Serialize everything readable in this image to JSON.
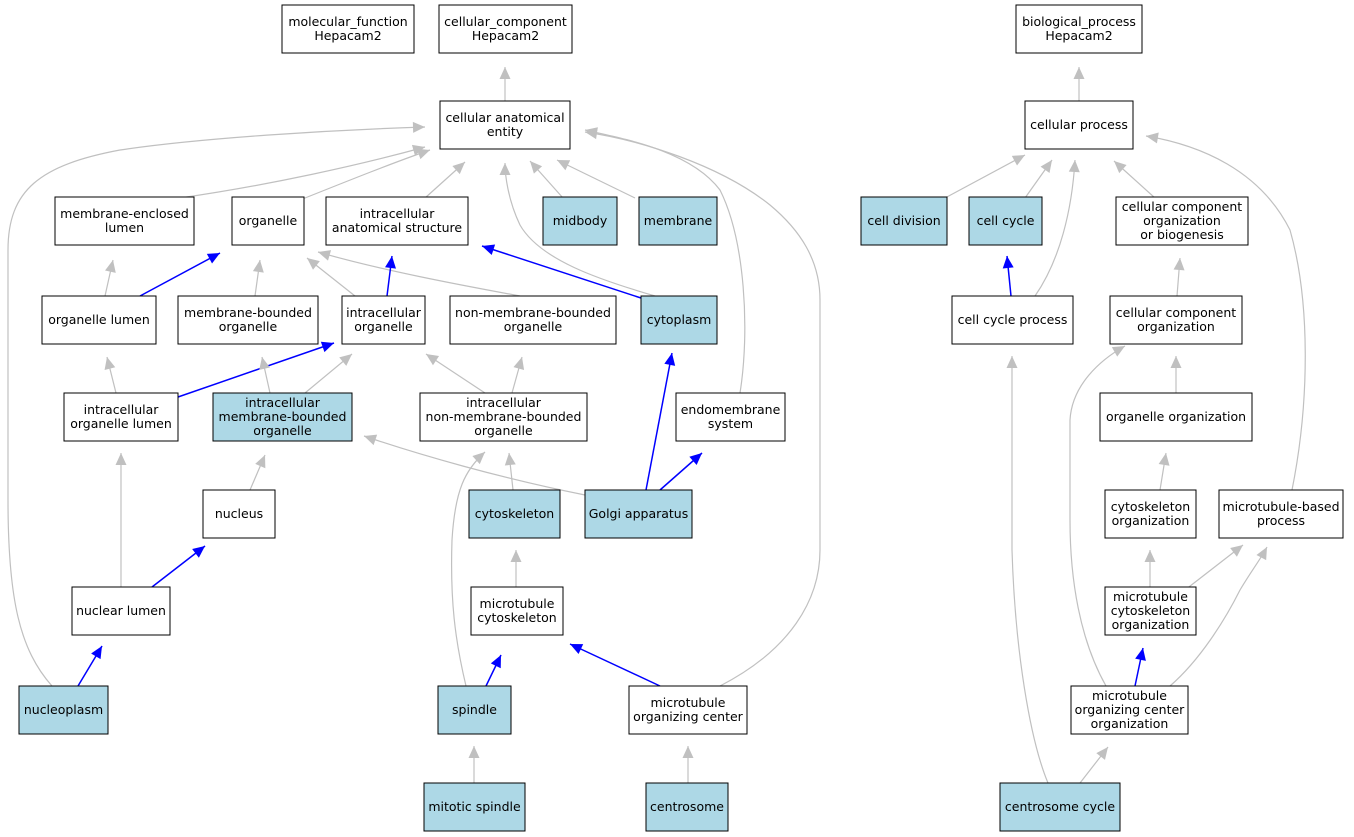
{
  "colors": {
    "highlight_fill": "#add8e6",
    "plain_fill": "#ffffff",
    "is_a_edge": "#c0c0c0",
    "part_of_edge": "#0000ff"
  },
  "nodes": {
    "mf": {
      "lines": [
        "molecular_function",
        "Hepacam2"
      ],
      "highlight": false
    },
    "cc": {
      "lines": [
        "cellular_component",
        "Hepacam2"
      ],
      "highlight": false
    },
    "bp": {
      "lines": [
        "biological_process",
        "Hepacam2"
      ],
      "highlight": false
    },
    "cae": {
      "lines": [
        "cellular anatomical",
        "entity"
      ],
      "highlight": false
    },
    "cp": {
      "lines": [
        "cellular process"
      ],
      "highlight": false
    },
    "mel": {
      "lines": [
        "membrane-enclosed",
        "lumen"
      ],
      "highlight": false
    },
    "org": {
      "lines": [
        "organelle"
      ],
      "highlight": false
    },
    "ias": {
      "lines": [
        "intracellular",
        "anatomical structure"
      ],
      "highlight": false
    },
    "midbody": {
      "lines": [
        "midbody"
      ],
      "highlight": true
    },
    "membrane": {
      "lines": [
        "membrane"
      ],
      "highlight": true
    },
    "celldiv": {
      "lines": [
        "cell division"
      ],
      "highlight": true
    },
    "cellcycle": {
      "lines": [
        "cell cycle"
      ],
      "highlight": true
    },
    "ccob": {
      "lines": [
        "cellular component",
        "organization",
        "or biogenesis"
      ],
      "highlight": false
    },
    "orglumen": {
      "lines": [
        "organelle lumen"
      ],
      "highlight": false
    },
    "mbo": {
      "lines": [
        "membrane-bounded",
        "organelle"
      ],
      "highlight": false
    },
    "io": {
      "lines": [
        "intracellular",
        "organelle"
      ],
      "highlight": false
    },
    "nmbo": {
      "lines": [
        "non-membrane-bounded",
        "organelle"
      ],
      "highlight": false
    },
    "cytoplasm": {
      "lines": [
        "cytoplasm"
      ],
      "highlight": true
    },
    "ccp": {
      "lines": [
        "cell cycle process"
      ],
      "highlight": false
    },
    "cco": {
      "lines": [
        "cellular component",
        "organization"
      ],
      "highlight": false
    },
    "iol": {
      "lines": [
        "intracellular",
        "organelle lumen"
      ],
      "highlight": false
    },
    "imbo": {
      "lines": [
        "intracellular",
        "membrane-bounded",
        "organelle"
      ],
      "highlight": true
    },
    "inmbo": {
      "lines": [
        "intracellular",
        "non-membrane-bounded",
        "organelle"
      ],
      "highlight": false
    },
    "endo": {
      "lines": [
        "endomembrane",
        "system"
      ],
      "highlight": false
    },
    "orgorg": {
      "lines": [
        "organelle organization"
      ],
      "highlight": false
    },
    "nucleus": {
      "lines": [
        "nucleus"
      ],
      "highlight": false
    },
    "cytoskeleton": {
      "lines": [
        "cytoskeleton"
      ],
      "highlight": true
    },
    "golgi": {
      "lines": [
        "Golgi apparatus"
      ],
      "highlight": true
    },
    "cso": {
      "lines": [
        "cytoskeleton",
        "organization"
      ],
      "highlight": false
    },
    "mtbp": {
      "lines": [
        "microtubule-based",
        "process"
      ],
      "highlight": false
    },
    "nuclumen": {
      "lines": [
        "nuclear lumen"
      ],
      "highlight": false
    },
    "mtcs": {
      "lines": [
        "microtubule",
        "cytoskeleton"
      ],
      "highlight": false
    },
    "mtcso": {
      "lines": [
        "microtubule",
        "cytoskeleton",
        "organization"
      ],
      "highlight": false
    },
    "nucleoplasm": {
      "lines": [
        "nucleoplasm"
      ],
      "highlight": true
    },
    "spindle": {
      "lines": [
        "spindle"
      ],
      "highlight": true
    },
    "mtoc": {
      "lines": [
        "microtubule",
        "organizing center"
      ],
      "highlight": false
    },
    "mtoco": {
      "lines": [
        "microtubule",
        "organizing center",
        "organization"
      ],
      "highlight": false
    },
    "mitspindle": {
      "lines": [
        "mitotic spindle"
      ],
      "highlight": true
    },
    "centrosome": {
      "lines": [
        "centrosome"
      ],
      "highlight": true
    },
    "centcycle": {
      "lines": [
        "centrosome cycle"
      ],
      "highlight": true
    }
  },
  "edges": [
    {
      "from": "cae",
      "to": "cc",
      "rel": "is_a"
    },
    {
      "from": "mel",
      "to": "cae",
      "rel": "is_a"
    },
    {
      "from": "org",
      "to": "cae",
      "rel": "is_a"
    },
    {
      "from": "ias",
      "to": "cae",
      "rel": "is_a"
    },
    {
      "from": "midbody",
      "to": "cae",
      "rel": "is_a"
    },
    {
      "from": "membrane",
      "to": "cae",
      "rel": "is_a"
    },
    {
      "from": "cytoplasm",
      "to": "cae",
      "rel": "is_a"
    },
    {
      "from": "endo",
      "to": "cae",
      "rel": "is_a"
    },
    {
      "from": "nucleoplasm",
      "to": "cae",
      "rel": "is_a"
    },
    {
      "from": "mtoc",
      "to": "cae",
      "rel": "is_a"
    },
    {
      "from": "orglumen",
      "to": "mel",
      "rel": "is_a"
    },
    {
      "from": "orglumen",
      "to": "org",
      "rel": "part_of"
    },
    {
      "from": "mbo",
      "to": "org",
      "rel": "is_a"
    },
    {
      "from": "io",
      "to": "org",
      "rel": "is_a"
    },
    {
      "from": "nmbo",
      "to": "org",
      "rel": "is_a"
    },
    {
      "from": "io",
      "to": "ias",
      "rel": "part_of"
    },
    {
      "from": "cytoplasm",
      "to": "ias",
      "rel": "part_of"
    },
    {
      "from": "iol",
      "to": "orglumen",
      "rel": "is_a"
    },
    {
      "from": "iol",
      "to": "io",
      "rel": "part_of"
    },
    {
      "from": "imbo",
      "to": "mbo",
      "rel": "is_a"
    },
    {
      "from": "imbo",
      "to": "io",
      "rel": "is_a"
    },
    {
      "from": "inmbo",
      "to": "io",
      "rel": "is_a"
    },
    {
      "from": "inmbo",
      "to": "nmbo",
      "rel": "is_a"
    },
    {
      "from": "nucleus",
      "to": "imbo",
      "rel": "is_a"
    },
    {
      "from": "golgi",
      "to": "imbo",
      "rel": "is_a"
    },
    {
      "from": "golgi",
      "to": "cytoplasm",
      "rel": "part_of"
    },
    {
      "from": "golgi",
      "to": "endo",
      "rel": "part_of"
    },
    {
      "from": "nuclumen",
      "to": "iol",
      "rel": "is_a"
    },
    {
      "from": "nuclumen",
      "to": "nucleus",
      "rel": "part_of"
    },
    {
      "from": "nucleoplasm",
      "to": "nuclumen",
      "rel": "part_of"
    },
    {
      "from": "cytoskeleton",
      "to": "inmbo",
      "rel": "is_a"
    },
    {
      "from": "spindle",
      "to": "inmbo",
      "rel": "is_a"
    },
    {
      "from": "mtcs",
      "to": "cytoskeleton",
      "rel": "is_a"
    },
    {
      "from": "spindle",
      "to": "mtcs",
      "rel": "part_of"
    },
    {
      "from": "mtoc",
      "to": "mtcs",
      "rel": "part_of"
    },
    {
      "from": "mitspindle",
      "to": "spindle",
      "rel": "is_a"
    },
    {
      "from": "centrosome",
      "to": "mtoc",
      "rel": "is_a"
    },
    {
      "from": "cp",
      "to": "bp",
      "rel": "is_a"
    },
    {
      "from": "celldiv",
      "to": "cp",
      "rel": "is_a"
    },
    {
      "from": "cellcycle",
      "to": "cp",
      "rel": "is_a"
    },
    {
      "from": "ccp",
      "to": "cp",
      "rel": "is_a"
    },
    {
      "from": "ccob",
      "to": "cp",
      "rel": "is_a"
    },
    {
      "from": "mtbp",
      "to": "cp",
      "rel": "is_a"
    },
    {
      "from": "ccp",
      "to": "cellcycle",
      "rel": "part_of"
    },
    {
      "from": "cco",
      "to": "ccob",
      "rel": "is_a"
    },
    {
      "from": "orgorg",
      "to": "cco",
      "rel": "is_a"
    },
    {
      "from": "mtoco",
      "to": "cco",
      "rel": "is_a"
    },
    {
      "from": "cso",
      "to": "orgorg",
      "rel": "is_a"
    },
    {
      "from": "mtcso",
      "to": "cso",
      "rel": "is_a"
    },
    {
      "from": "mtcso",
      "to": "mtbp",
      "rel": "is_a"
    },
    {
      "from": "mtoco",
      "to": "mtcso",
      "rel": "part_of"
    },
    {
      "from": "mtoco",
      "to": "mtbp",
      "rel": "is_a"
    },
    {
      "from": "centcycle",
      "to": "mtoco",
      "rel": "is_a"
    },
    {
      "from": "centcycle",
      "to": "ccp",
      "rel": "is_a"
    }
  ]
}
